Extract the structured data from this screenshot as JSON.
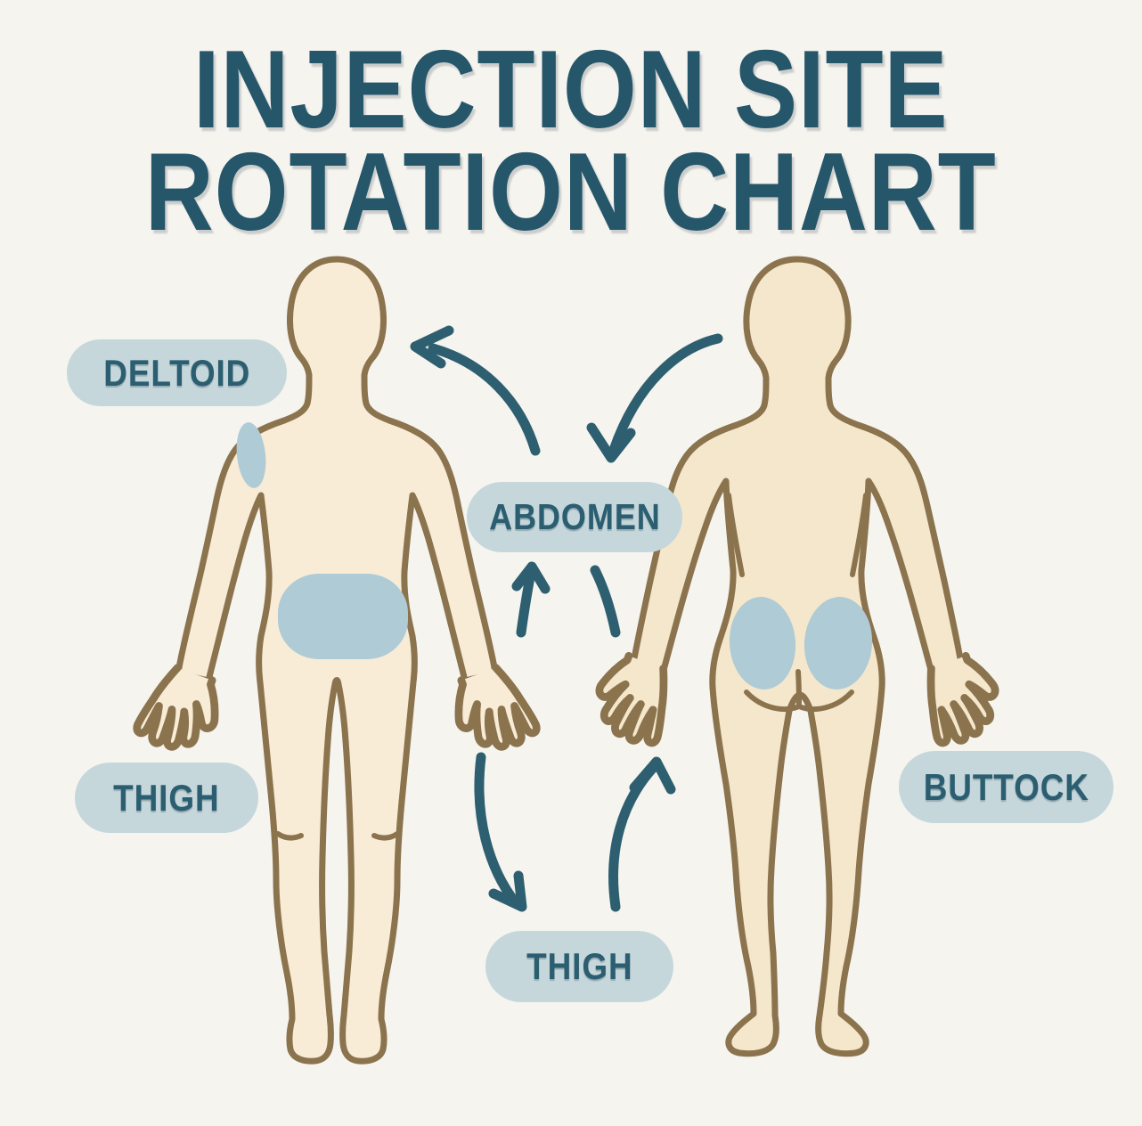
{
  "title": {
    "line1": "INJECTION SITE",
    "line2": "ROTATION CHART"
  },
  "site_labels": [
    {
      "id": "deltoid",
      "text": "DELTOID"
    },
    {
      "id": "abdomen",
      "text": "ABDOMEN"
    },
    {
      "id": "thigh-left",
      "text": "THIGH"
    },
    {
      "id": "buttock",
      "text": "BUTTOCK"
    },
    {
      "id": "thigh-bottom",
      "text": "THIGH"
    }
  ],
  "figures": [
    {
      "view": "front",
      "highlighted_sites": [
        "deltoid",
        "abdomen"
      ]
    },
    {
      "view": "back",
      "highlighted_sites": [
        "buttock-left",
        "buttock-right"
      ]
    }
  ],
  "colors": {
    "background": "#f5f4ef",
    "title_text": "#26566a",
    "label_pill_bg": "#c6d7dc",
    "label_text": "#2b5e70",
    "body_fill_front": "#f8ecd6",
    "body_fill_back": "#f5e7cb",
    "body_outline": "#8b734e",
    "site_fill": "#aecbd6",
    "arrow": "#2d5f70"
  }
}
